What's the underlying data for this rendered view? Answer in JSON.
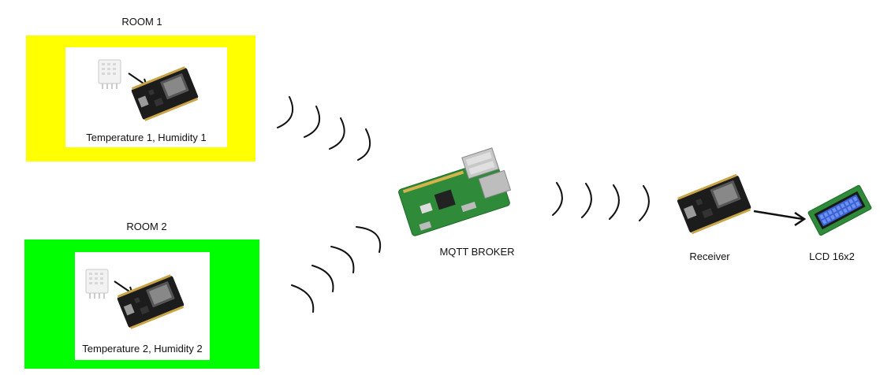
{
  "rooms": [
    {
      "title": "ROOM 1",
      "caption": "Temperature 1, Humidity 1",
      "color": "#ffff00"
    },
    {
      "title": "ROOM 2",
      "caption": "Temperature 2, Humidity 2",
      "color": "#00ff00"
    }
  ],
  "broker": {
    "label": "MQTT BROKER"
  },
  "receiver": {
    "label": "Receiver"
  },
  "lcd": {
    "label": "LCD 16x2"
  },
  "colors": {
    "wave": "#111111",
    "pcb": "#2f8b3a",
    "esp": "#1c1c1c"
  }
}
